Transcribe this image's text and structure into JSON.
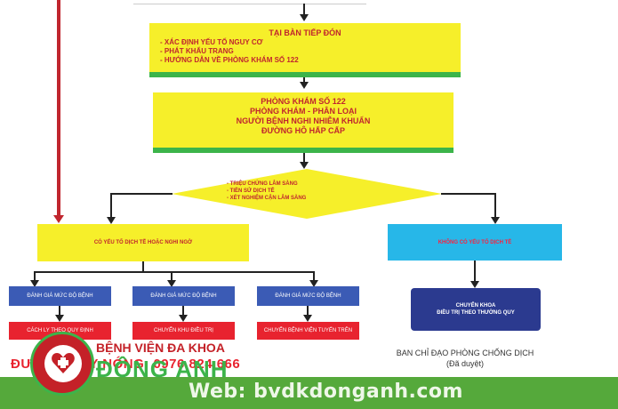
{
  "reception": {
    "title": "TẠI BÀN TIẾP ĐÓN",
    "items": [
      "- XÁC ĐỊNH YẾU TỐ NGUY CƠ",
      "- PHÁT KHẨU TRANG",
      "- HƯỚNG DẪN VỀ PHÒNG KHÁM SỐ 122"
    ]
  },
  "clinic": {
    "lines": [
      "PHÒNG KHÁM SỐ 122",
      "PHÒNG KHÁM - PHÂN LOẠI",
      "NGƯỜI BỆNH NGHI NHIỄM KHUẨN",
      "ĐƯỜNG HÔ HẤP CẤP"
    ]
  },
  "decision": {
    "lines": [
      "- TRIỆU CHỨNG LÂM SÀNG",
      "- TIỀN SỬ DỊCH TỄ",
      "- XÉT NGHIỆM CẬN LÂM SÀNG"
    ]
  },
  "left_branch": {
    "label": "CÓ YẾU TỐ DỊCH TỄ HOẶC NGHI NGỜ"
  },
  "right_branch": {
    "label": "KHÔNG CÓ YẾU TỐ DỊCH TỄ"
  },
  "sub_left": [
    {
      "blue": "ĐÁNH GIÁ MỨC ĐỘ BỆNH",
      "red": "CÁCH LY THEO QUY ĐỊNH"
    },
    {
      "blue": "ĐÁNH GIÁ MỨC ĐỘ BỆNH",
      "red": "CHUYỂN KHU ĐIỀU TRỊ"
    },
    {
      "blue": "ĐÁNH GIÁ MỨC ĐỘ BỆNH",
      "red": "CHUYỂN BỆNH VIỆN TUYẾN TRÊN"
    }
  ],
  "sub_right": {
    "lines": [
      "CHUYỂN KHOA",
      "ĐIỀU TRỊ THEO THƯỜNG QUY"
    ]
  },
  "hotline": {
    "text": "ĐƯỜNG DÂY NÓNG: 0976.824.666"
  },
  "signature": {
    "line1": "BAN CHỈ ĐẠO PHÒNG CHỐNG DỊCH",
    "line2": "(Đã duyệt)"
  },
  "brand": {
    "name_top": "BỆNH VIỆN ĐA KHOA",
    "name_main": "ĐÔNG ANH",
    "website": "Web: bvdkdonganh.com"
  },
  "colors": {
    "yellow": "#f6ef2a",
    "blue": "#3b5bb5",
    "cyan": "#27b7e8",
    "red": "#e8232f",
    "green": "#3cb44a"
  }
}
